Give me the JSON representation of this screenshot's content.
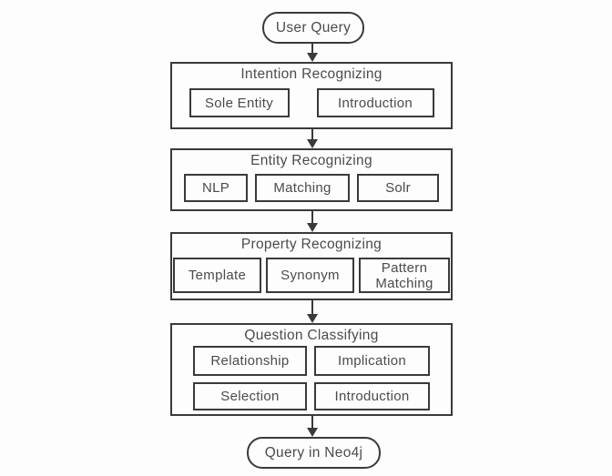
{
  "diagram": {
    "start_node": "User Query",
    "end_node": "Query in Neo4j",
    "stages": [
      {
        "title": "Intention Recognizing",
        "items": [
          "Sole Entity",
          "Introduction"
        ]
      },
      {
        "title": "Entity Recognizing",
        "items": [
          "NLP",
          "Matching",
          "Solr"
        ]
      },
      {
        "title": "Property Recognizing",
        "items": [
          "Template",
          "Synonym",
          "Pattern Matching"
        ]
      },
      {
        "title": "Question Classifying",
        "items": [
          "Relationship",
          "Implication",
          "Selection",
          "Introduction"
        ]
      }
    ],
    "colors": {
      "line": "#3a3a3a",
      "text": "#4b4b4b",
      "background": "#fdfdfd"
    }
  }
}
